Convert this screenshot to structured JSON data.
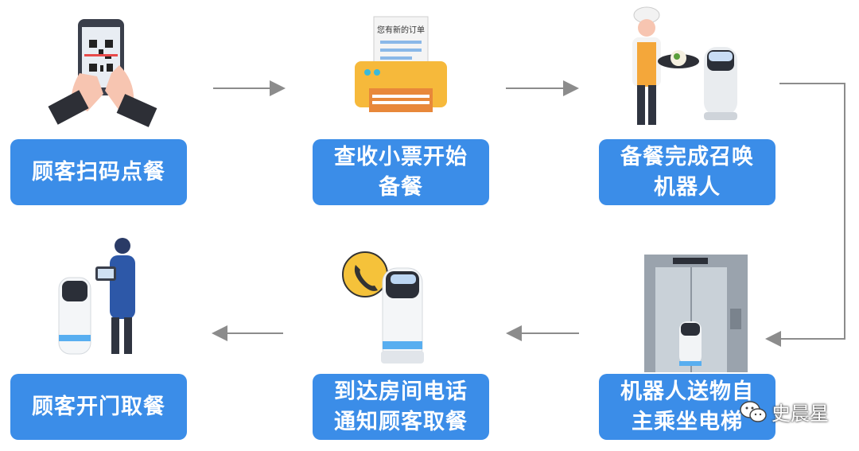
{
  "steps": [
    {
      "label": "顾客扫码点餐"
    },
    {
      "label": "查收小票开始\n备餐"
    },
    {
      "label": "备餐完成召唤\n机器人"
    },
    {
      "label": "机器人送物自\n主乘坐电梯"
    },
    {
      "label": "到达房间电话\n通知顾客取餐"
    },
    {
      "label": "顾客开门取餐"
    }
  ],
  "printer_text": "您有新的订单",
  "watermark": {
    "name": "史晨星",
    "icon": "wechat-icon"
  },
  "colors": {
    "box": "#3b8de8",
    "arrow": "#8c8c8c"
  }
}
